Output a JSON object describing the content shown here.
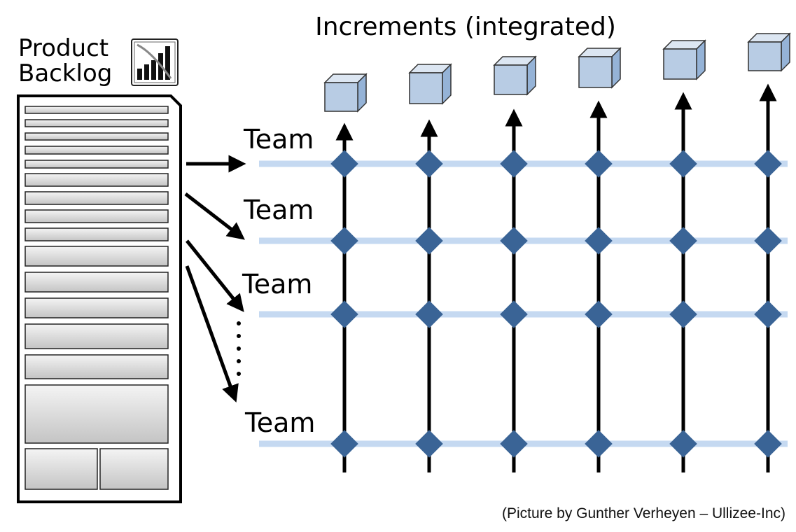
{
  "diagram": {
    "title": "Increments (integrated)",
    "backlog": {
      "title_line1": "Product",
      "title_line2": "Backlog"
    },
    "teams": [
      {
        "label": "Team"
      },
      {
        "label": "Team"
      },
      {
        "label": "Team"
      },
      {
        "label": "Team"
      }
    ],
    "increments_count": 6,
    "credit": "(Picture by Gunther Verheyen – Ullizee-Inc)",
    "colors": {
      "lane": "#c5d9f1",
      "diamond": "#3a6496",
      "cube_front": "#b8cce4",
      "cube_top": "#dce6f2",
      "cube_side": "#95b3d7",
      "ink": "#000000"
    }
  }
}
